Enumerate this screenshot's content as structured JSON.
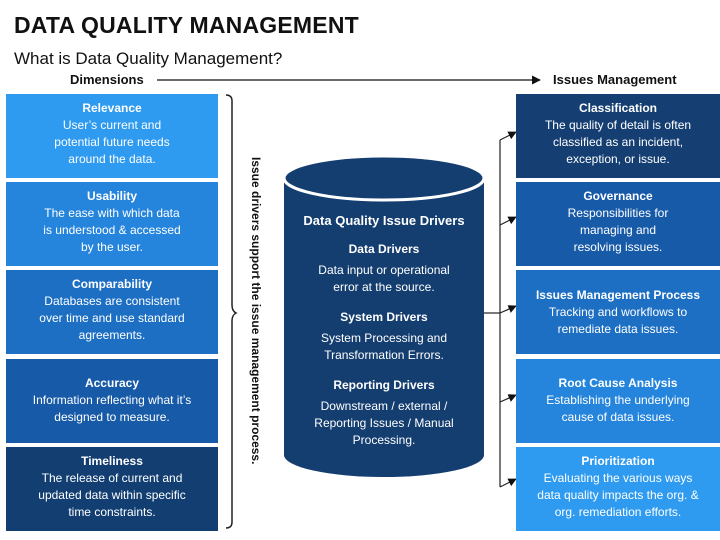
{
  "title": "DATA QUALITY MANAGEMENT",
  "subtitle": "What is Data Quality Management?",
  "headers": {
    "left": "Dimensions",
    "right": "Issues Management"
  },
  "vertical_text": "Issue drivers support the issue management process.",
  "colors": {
    "left": [
      "#2e9bf0",
      "#2585dc",
      "#1d6fc4",
      "#175aa8",
      "#123e72"
    ],
    "right": [
      "#153f72",
      "#175aa8",
      "#1d6fc4",
      "#2585dc",
      "#2e9bf0"
    ],
    "cylinder": "#153e70"
  },
  "dimensions": [
    {
      "title": "Relevance",
      "desc": "User’s current and potential future needs around the data."
    },
    {
      "title": "Usability",
      "desc": "The ease with which data is understood & accessed by the user."
    },
    {
      "title": "Comparability",
      "desc": "Databases are consistent over time and use standard agreements."
    },
    {
      "title": "Accuracy",
      "desc": "Information reflecting what it’s designed to measure."
    },
    {
      "title": "Timeliness",
      "desc": "The release of current and updated data within specific time constraints."
    }
  ],
  "issues": [
    {
      "title": "Classification",
      "desc": "The quality of detail is often classified as an incident, exception, or issue."
    },
    {
      "title": "Governance",
      "desc": "Responsibilities for managing and resolving issues."
    },
    {
      "title": "Issues Management Process",
      "desc": "Tracking and workflows to remediate data issues."
    },
    {
      "title": "Root Cause Analysis",
      "desc": "Establishing the underlying cause of data issues."
    },
    {
      "title": "Prioritization",
      "desc": "Evaluating the various ways data quality impacts the org. & org. remediation efforts."
    }
  ],
  "cylinder": {
    "title": "Data Quality Issue Drivers",
    "sections": [
      {
        "title": "Data Drivers",
        "desc": "Data input or operational error at the source."
      },
      {
        "title": "System Drivers",
        "desc": "System Processing and Transformation Errors."
      },
      {
        "title": "Reporting Drivers",
        "desc": "Downstream / external / Reporting Issues / Manual Processing."
      }
    ]
  }
}
